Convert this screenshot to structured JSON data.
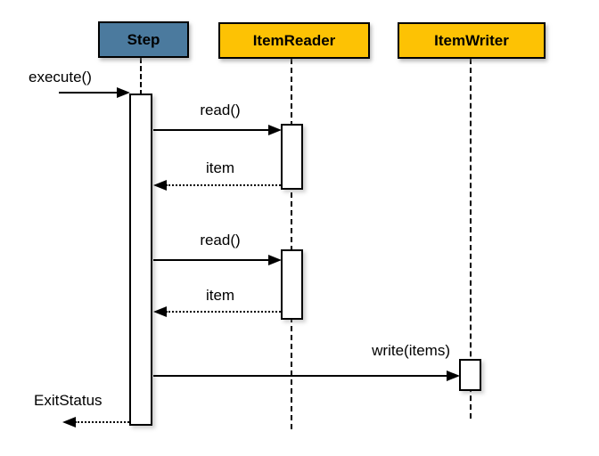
{
  "diagram": {
    "kind": "uml-sequence-diagram",
    "background_color": "#ffffff",
    "line_color": "#000000",
    "colors": {
      "step_header_fill": "#4b7a9e",
      "reader_header_fill": "#fdc204",
      "writer_header_fill": "#fdc204",
      "activation_fill": "#ffffff",
      "border": "#000000"
    }
  },
  "participants": [
    {
      "id": "step",
      "label": "Step"
    },
    {
      "id": "item-reader",
      "label": "ItemReader"
    },
    {
      "id": "item-writer",
      "label": "ItemWriter"
    }
  ],
  "messages": [
    {
      "label": "execute()",
      "from": "caller",
      "to": "step",
      "style": "solid",
      "direction": "right"
    },
    {
      "label": "read()",
      "from": "step",
      "to": "item-reader",
      "style": "solid",
      "direction": "right"
    },
    {
      "label": "item",
      "from": "item-reader",
      "to": "step",
      "style": "dotted",
      "direction": "left"
    },
    {
      "label": "read()",
      "from": "step",
      "to": "item-reader",
      "style": "solid",
      "direction": "right"
    },
    {
      "label": "item",
      "from": "item-reader",
      "to": "step",
      "style": "dotted",
      "direction": "left"
    },
    {
      "label": "write(items)",
      "from": "step",
      "to": "item-writer",
      "style": "solid",
      "direction": "right"
    },
    {
      "label": "ExitStatus",
      "from": "step",
      "to": "caller",
      "style": "dotted",
      "direction": "left"
    }
  ]
}
